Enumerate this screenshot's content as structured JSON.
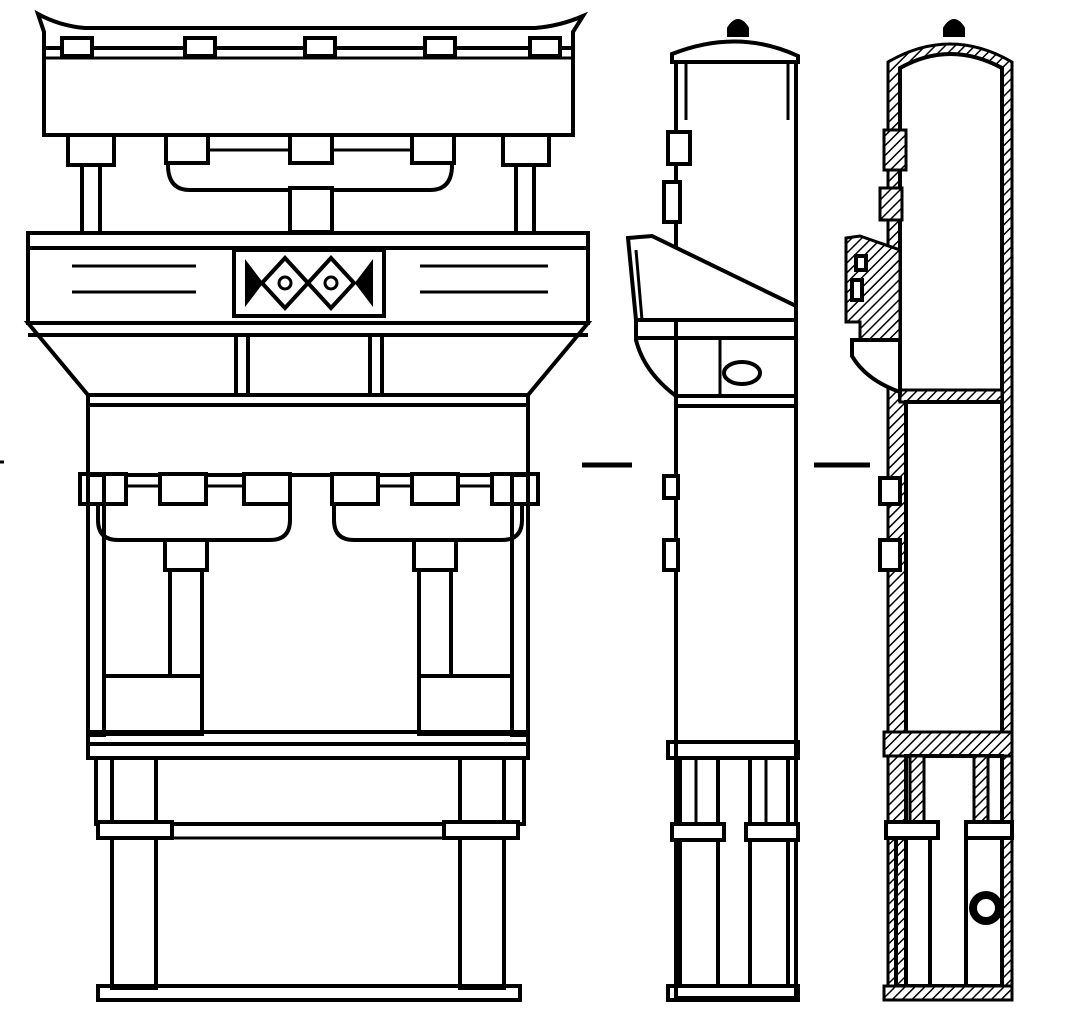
{
  "figure": {
    "views": [
      {
        "id": "front-elevation",
        "icon": "front-elevation-drawing"
      },
      {
        "id": "side-elevation",
        "icon": "side-elevation-drawing"
      },
      {
        "id": "section-view",
        "icon": "cross-section-drawing"
      }
    ],
    "line_color": "#000000",
    "background_color": "#ffffff",
    "hatch_pattern": "diagonal"
  }
}
